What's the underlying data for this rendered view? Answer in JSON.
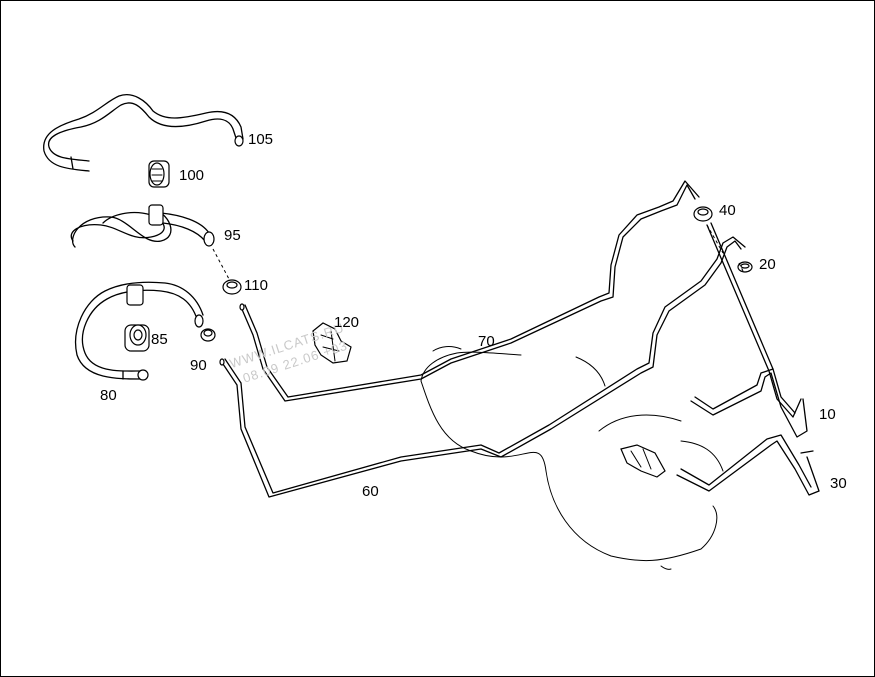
{
  "diagram": {
    "labels": {
      "p105": "105",
      "p100": "100",
      "p95": "95",
      "p110": "110",
      "p120": "120",
      "p85": "85",
      "p90": "90",
      "p80": "80",
      "p70": "70",
      "p60": "60",
      "p40": "40",
      "p20": "20",
      "p10": "10",
      "p30": "30"
    },
    "watermark": {
      "line1": "WWW.ILCATS.RU",
      "line2": "08.09 22.06 +03"
    }
  }
}
